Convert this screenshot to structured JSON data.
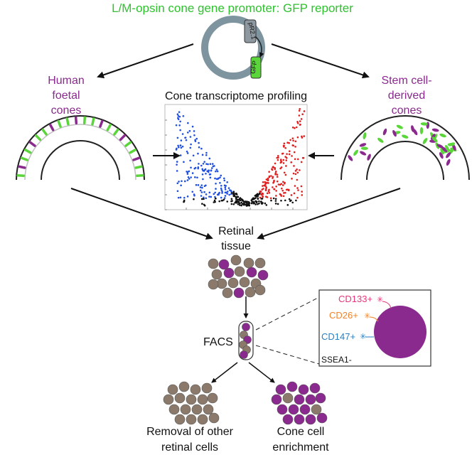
{
  "title": "L/M-opsin cone gene promoter: GFP reporter",
  "plasmid": {
    "promoter_label": "pR2.1",
    "gfp_label": "GFP"
  },
  "left_label": [
    "Human",
    "foetal",
    "cones"
  ],
  "right_label": [
    "Stem cell-",
    "derived",
    "cones"
  ],
  "center_title": "Cone transcriptome profiling",
  "retinal_tissue": [
    "Retinal",
    "tissue"
  ],
  "facs_label": "FACS",
  "markers": [
    {
      "text": "CD133+",
      "color": "#e8357a"
    },
    {
      "text": "CD26+",
      "color": "#f0832a"
    },
    {
      "text": "CD147+",
      "color": "#2a7fc1"
    }
  ],
  "ssea_label": "SSEA1-",
  "bottom_left": [
    "Removal of other",
    "retinal cells"
  ],
  "bottom_right": [
    "Cone cell",
    "enrichment"
  ],
  "colors": {
    "title_green": "#2ec22e",
    "purple": "#8a2a8e",
    "grey_cell": "#8b7a6b",
    "gfp_green": "#5bd63a",
    "volcano_blue": "#1f4fe0",
    "volcano_red": "#e01f1f",
    "plasmid_grey": "#7e95a0"
  }
}
